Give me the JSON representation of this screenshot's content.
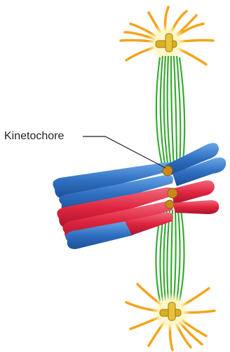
{
  "labels": {
    "kinetochore": "Kinetochore"
  },
  "colors": {
    "astral_rays": "#f2a51a",
    "centrosome_glow": "#fff6c2",
    "centriole": "#d8b021",
    "microtubules": "#3aaa35",
    "chromosome_blue": "#2f6fc1",
    "chromosome_red": "#e0243f",
    "kinetochore": "#c78a1a",
    "leader_line": "#231f20"
  },
  "icons": [
    "centrosome-top",
    "centrosome-bottom",
    "chromosome-pair-blue",
    "chromosome-pair-red",
    "spindle-microtubules"
  ]
}
